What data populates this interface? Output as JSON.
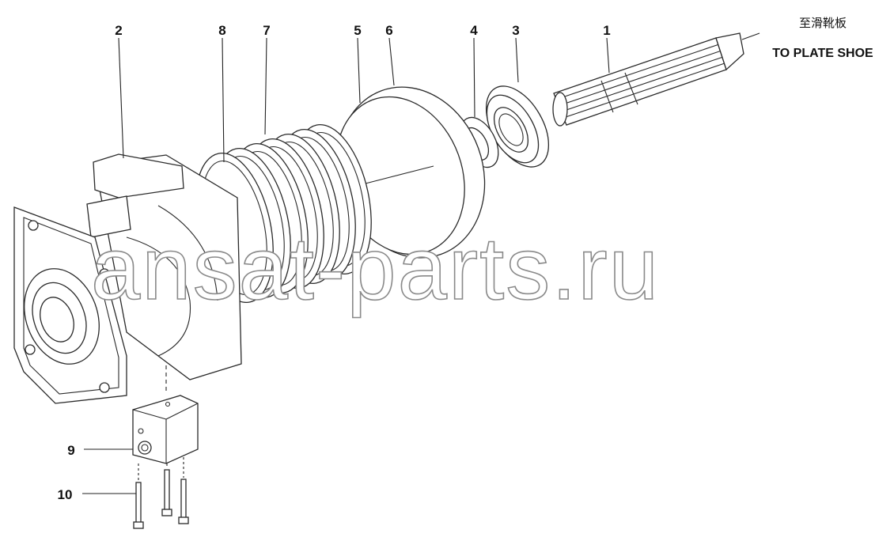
{
  "callouts": [
    {
      "id": "1",
      "label": "1"
    },
    {
      "id": "2",
      "label": "2"
    },
    {
      "id": "3",
      "label": "3"
    },
    {
      "id": "4",
      "label": "4"
    },
    {
      "id": "5",
      "label": "5"
    },
    {
      "id": "6",
      "label": "6"
    },
    {
      "id": "7",
      "label": "7"
    },
    {
      "id": "8",
      "label": "8"
    },
    {
      "id": "9",
      "label": "9"
    },
    {
      "id": "10",
      "label": "10"
    }
  ],
  "annotation": {
    "chinese": "至滑靴板",
    "english": "TO PLATE SHOE"
  },
  "watermark": "ansat-parts.ru"
}
